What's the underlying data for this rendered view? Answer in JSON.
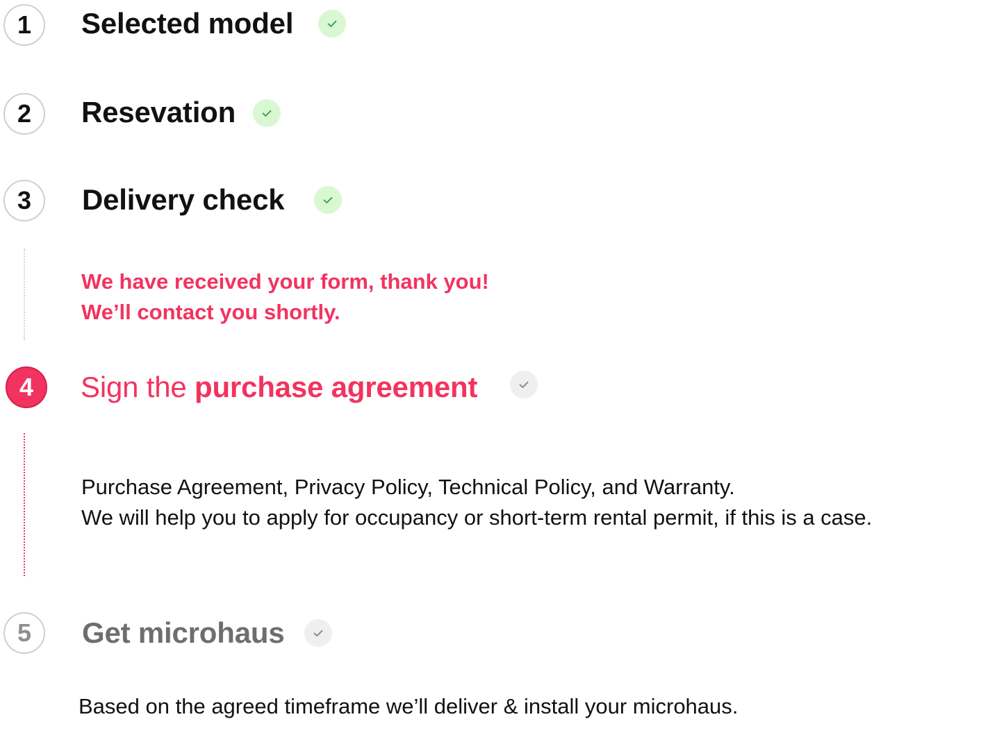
{
  "steps": [
    {
      "number": "1",
      "title": "Selected model",
      "status": "done",
      "check_icon": "check-icon"
    },
    {
      "number": "2",
      "title": "Resevation",
      "status": "done",
      "check_icon": "check-icon"
    },
    {
      "number": "3",
      "title": "Delivery check",
      "status": "done",
      "check_icon": "check-icon"
    },
    {
      "number": "4",
      "title_regular": "Sign the ",
      "title_bold": "purchase agreement",
      "status": "active",
      "check_icon": "check-icon"
    },
    {
      "number": "5",
      "title": "Get microhaus",
      "status": "pending",
      "check_icon": "check-icon"
    }
  ],
  "step3_notice": {
    "line1": "We have received your form, thank you!",
    "line2": "We’ll contact you shortly."
  },
  "step4_description": {
    "line1": "Purchase Agreement, Privacy Policy, Technical Policy, and Warranty.",
    "line2": "We will help you to apply for occupancy or short-term rental permit, if this is a case."
  },
  "step5_description": {
    "line1": "Based on the agreed timeframe we’ll deliver & install your microhaus."
  },
  "colors": {
    "accent": "#f2335f",
    "done_check_bg": "#d9f7d2",
    "done_check_mark": "#3fa34d",
    "pending_check_bg": "#efefef",
    "pending_check_mark": "#8a8a8a",
    "text": "#111111",
    "muted_text": "#6e6e6e"
  }
}
